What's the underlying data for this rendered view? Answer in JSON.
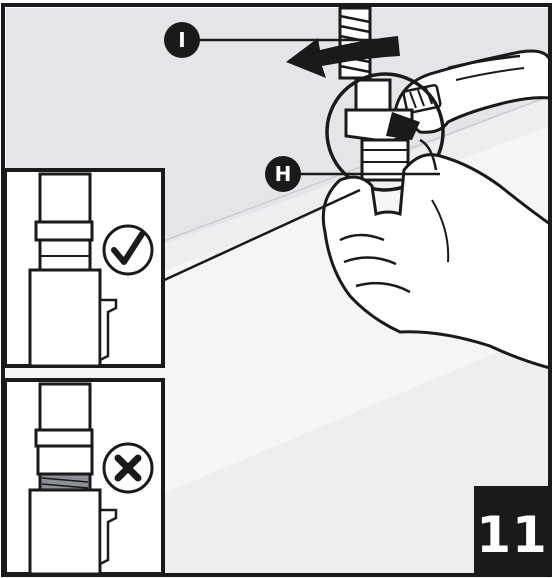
{
  "callouts": {
    "nut_label": "I",
    "ferrule_label": "H"
  },
  "step": {
    "number": "11"
  },
  "insets": {
    "correct_symbol": "checkmark-icon",
    "incorrect_symbol": "x-mark-icon"
  },
  "colors": {
    "ink": "#1a1a1a",
    "surface": "#e9eaec",
    "shadow": "#d6d8dc",
    "badge": "#1a1a1a"
  }
}
